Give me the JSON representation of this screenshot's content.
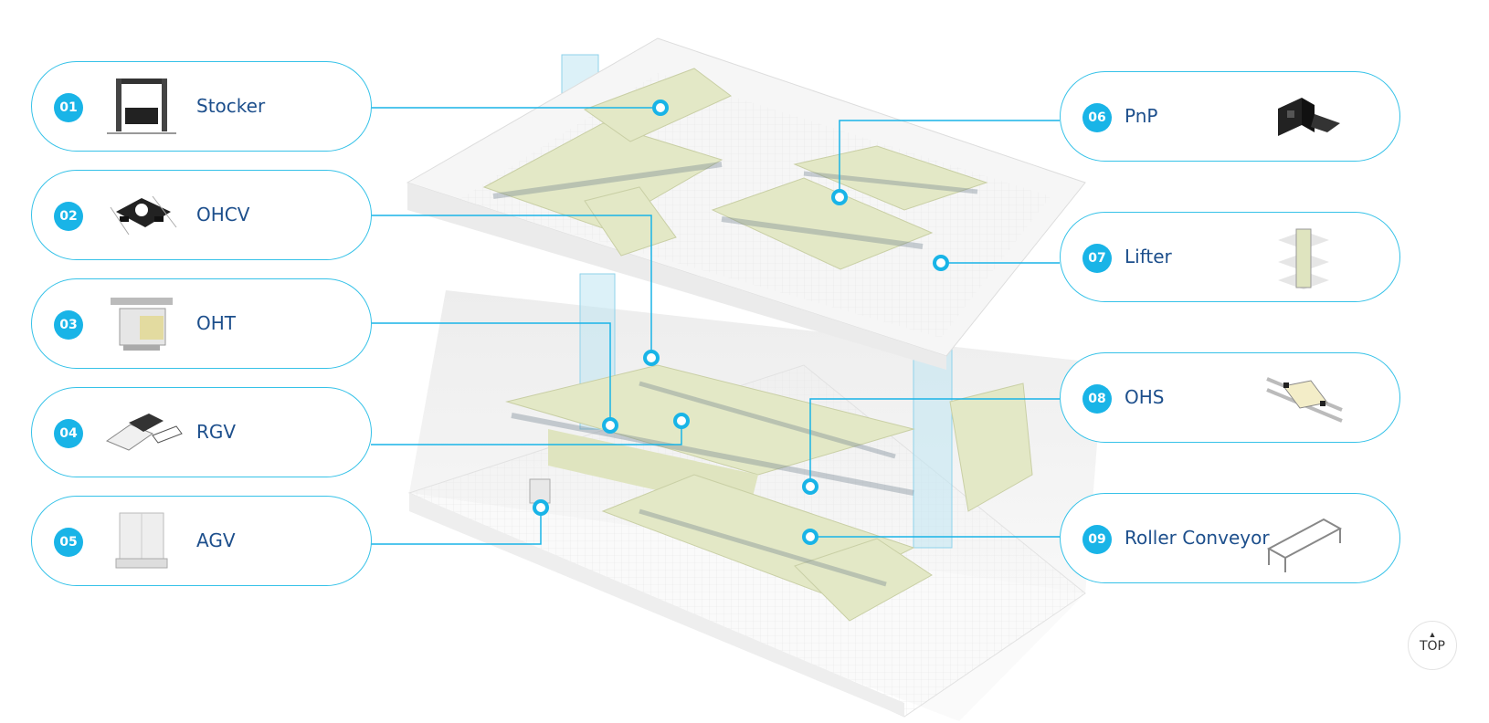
{
  "items": [
    {
      "num": "01",
      "label": "Stocker",
      "icon": "stocker-icon"
    },
    {
      "num": "02",
      "label": "OHCV",
      "icon": "ohcv-icon"
    },
    {
      "num": "03",
      "label": "OHT",
      "icon": "oht-icon"
    },
    {
      "num": "04",
      "label": "RGV",
      "icon": "rgv-icon"
    },
    {
      "num": "05",
      "label": "AGV",
      "icon": "agv-icon"
    },
    {
      "num": "06",
      "label": "PnP",
      "icon": "pnp-icon"
    },
    {
      "num": "07",
      "label": "Lifter",
      "icon": "lifter-icon"
    },
    {
      "num": "08",
      "label": "OHS",
      "icon": "ohs-icon"
    },
    {
      "num": "09",
      "label": "Roller Conveyor",
      "icon": "roller-conveyor-icon"
    }
  ],
  "top_button": {
    "label": "TOP"
  },
  "colors": {
    "accent": "#19b4e7",
    "line": "#36c2e8",
    "text": "#1d4f8c",
    "machine": "#e3e8c6",
    "glass": "#bfe6f3"
  }
}
